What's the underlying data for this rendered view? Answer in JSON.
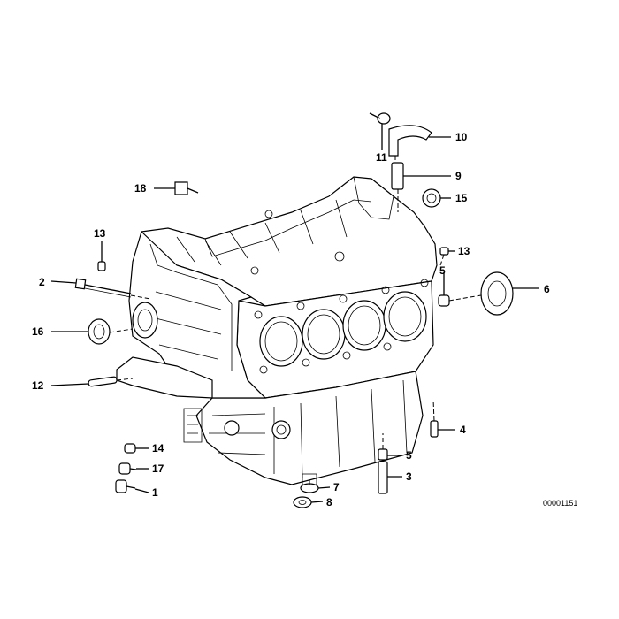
{
  "diagram": {
    "reference_number": "00001151",
    "callouts": [
      {
        "id": "c1",
        "label": "1"
      },
      {
        "id": "c2",
        "label": "2"
      },
      {
        "id": "c3",
        "label": "3"
      },
      {
        "id": "c4",
        "label": "4"
      },
      {
        "id": "c5a",
        "label": "5"
      },
      {
        "id": "c5b",
        "label": "5"
      },
      {
        "id": "c6",
        "label": "6"
      },
      {
        "id": "c7",
        "label": "7"
      },
      {
        "id": "c8",
        "label": "8"
      },
      {
        "id": "c9",
        "label": "9"
      },
      {
        "id": "c10",
        "label": "10"
      },
      {
        "id": "c11",
        "label": "11"
      },
      {
        "id": "c12",
        "label": "12"
      },
      {
        "id": "c13a",
        "label": "13"
      },
      {
        "id": "c13b",
        "label": "13"
      },
      {
        "id": "c14",
        "label": "14"
      },
      {
        "id": "c15",
        "label": "15"
      },
      {
        "id": "c16",
        "label": "16"
      },
      {
        "id": "c17",
        "label": "17"
      },
      {
        "id": "c18",
        "label": "18"
      }
    ]
  }
}
